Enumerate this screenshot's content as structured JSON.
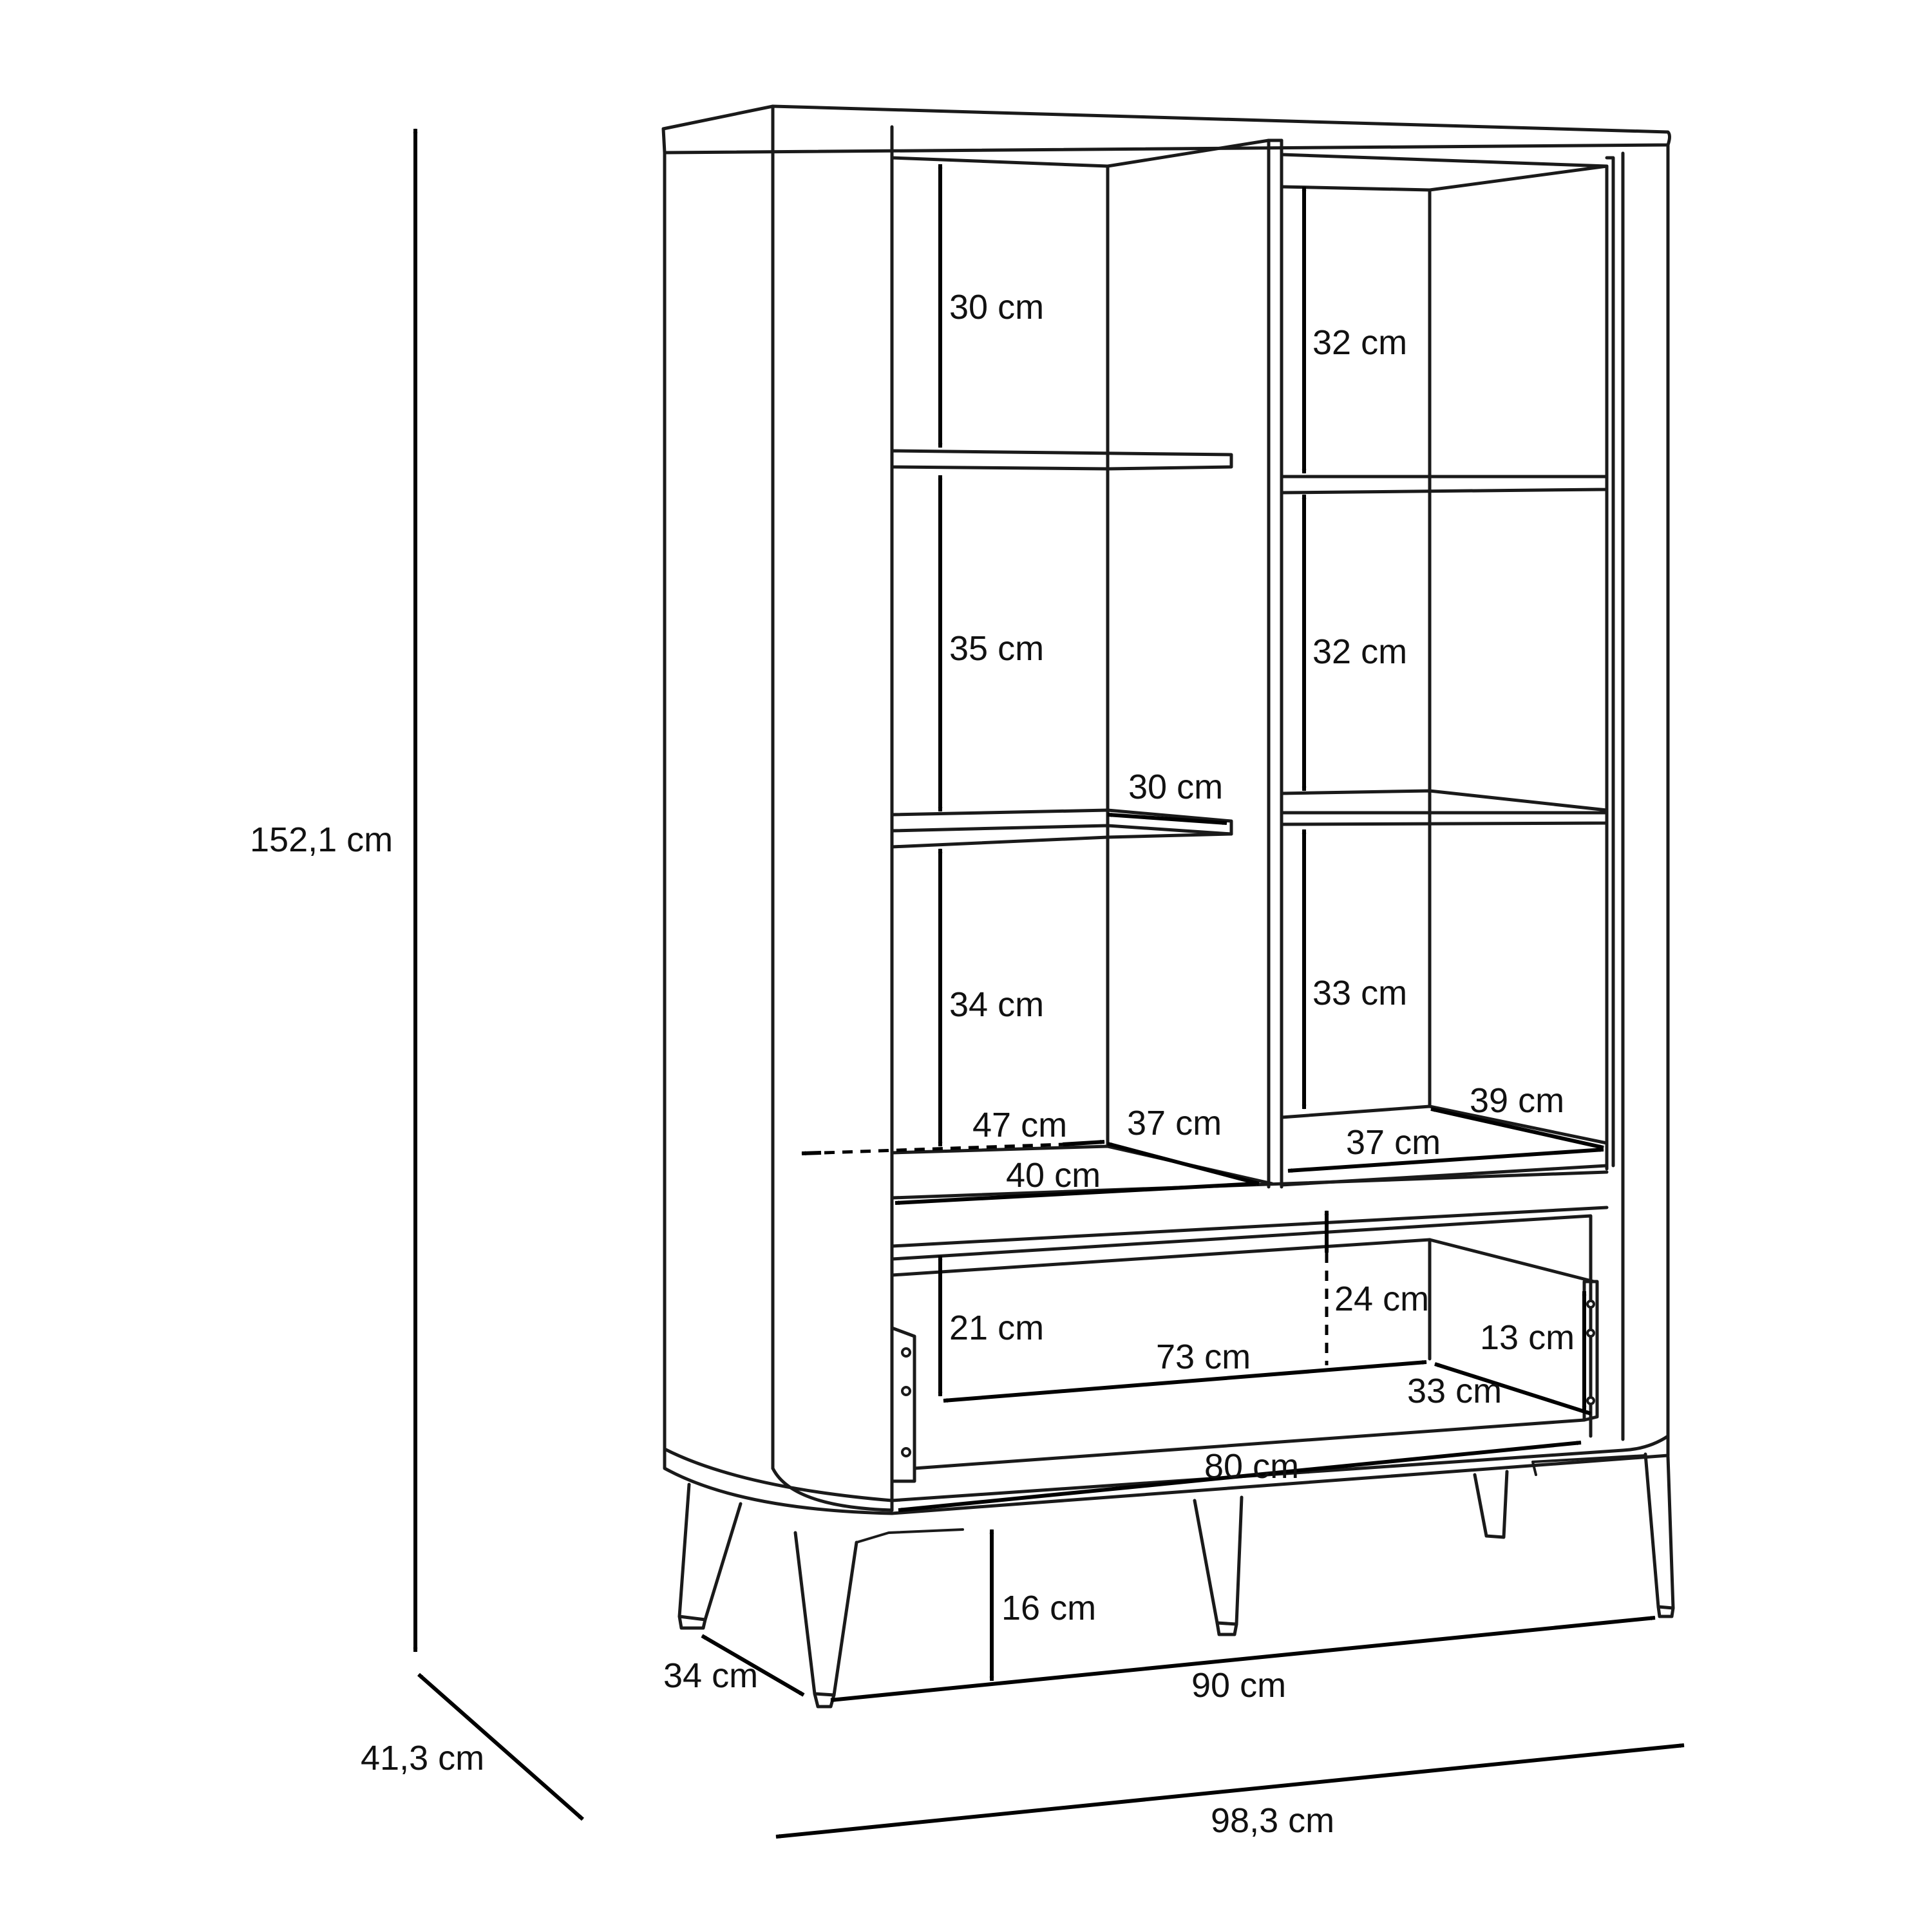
{
  "colors": {
    "line": "#1a1a1a",
    "background": "#ffffff"
  },
  "dimensions": {
    "total_height": "152,1 cm",
    "total_depth": "41,3 cm",
    "total_width": "98,3 cm",
    "leg_span_width": "90 cm",
    "leg_span_depth": "34 cm",
    "leg_height": "16 cm",
    "left_shelf_top_height": "30 cm",
    "left_shelf_middle_height": "35 cm",
    "left_shelf_bottom_height": "34 cm",
    "left_shelf_depth": "30 cm",
    "right_shelf_top_height": "32 cm",
    "right_shelf_middle_height": "32 cm",
    "right_shelf_bottom_height": "33 cm",
    "left_compartment_width_outer": "47 cm",
    "left_compartment_depth": "37 cm",
    "left_compartment_width": "40 cm",
    "right_compartment_depth": "39 cm",
    "right_compartment_width": "37 cm",
    "drawer_front_height": "24 cm",
    "drawer_inner_height": "21 cm",
    "drawer_side_height": "13 cm",
    "drawer_inner_width": "73 cm",
    "drawer_inner_depth": "33 cm",
    "drawer_width": "80 cm"
  }
}
